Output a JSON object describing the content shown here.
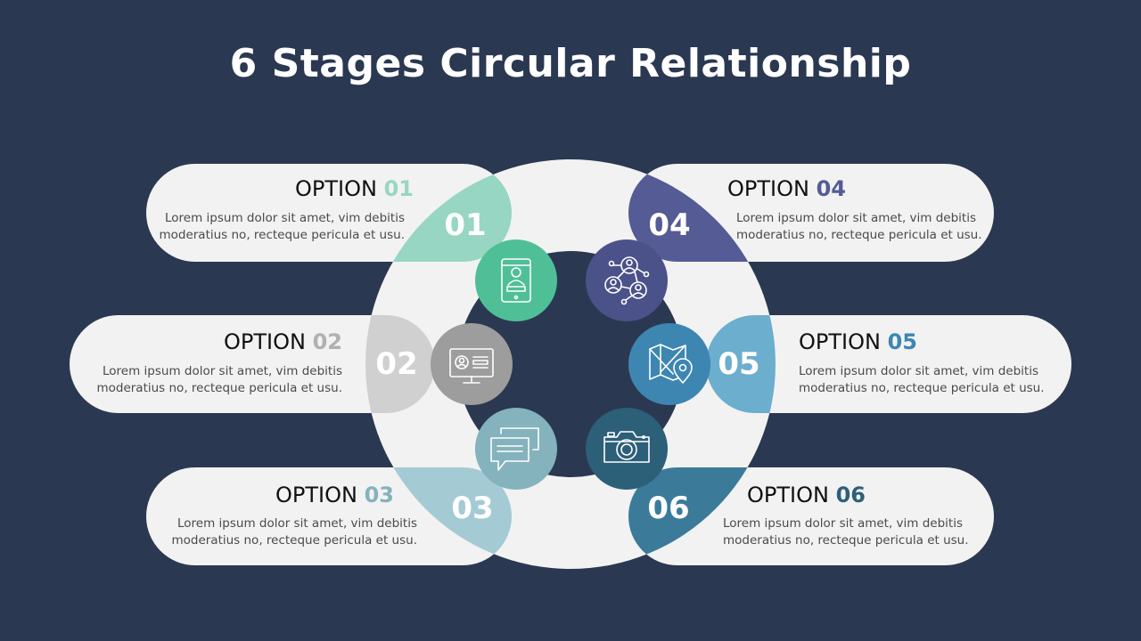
{
  "title": "6 Stages Circular Relationship",
  "options": [
    {
      "label": "OPTION",
      "number": "01",
      "badge": "01",
      "color": "#97d6c2",
      "icon_color": "#4fbf98",
      "icon": "tablet-profile-icon",
      "line1": "Lorem ipsum dolor sit amet, vim debitis",
      "line2": "moderatius no, recteque pericula et usu."
    },
    {
      "label": "OPTION",
      "number": "02",
      "badge": "02",
      "color": "#d0d0d0",
      "icon_color": "#9d9d9d",
      "icon": "monitor-profile-icon",
      "line1": "Lorem ipsum dolor sit amet, vim debitis",
      "line2": "moderatius no, recteque pericula et usu."
    },
    {
      "label": "OPTION",
      "number": "03",
      "badge": "03",
      "color": "#a4cbd4",
      "icon_color": "#84b2bd",
      "icon": "chat-bubbles-icon",
      "line1": "Lorem ipsum dolor sit amet, vim debitis",
      "line2": "moderatius no, recteque pericula et usu."
    },
    {
      "label": "OPTION",
      "number": "04",
      "badge": "04",
      "color": "#545b95",
      "icon_color": "#4b5189",
      "icon": "network-people-icon",
      "line1": "Lorem ipsum dolor sit amet, vim debitis",
      "line2": "moderatius no, recteque pericula et usu."
    },
    {
      "label": "OPTION",
      "number": "05",
      "badge": "05",
      "color": "#6caecd",
      "icon_color": "#3d86b1",
      "icon": "map-pin-icon",
      "line1": "Lorem ipsum dolor sit amet, vim debitis",
      "line2": "moderatius no, recteque pericula et usu."
    },
    {
      "label": "OPTION",
      "number": "06",
      "badge": "06",
      "color": "#3b7b99",
      "icon_color": "#2c5f78",
      "icon": "camera-icon",
      "line1": "Lorem ipsum dolor sit amet, vim debitis",
      "line2": "moderatius no, recteque pericula et usu."
    }
  ],
  "colors": {
    "background": "#2b3851",
    "panel": "#f2f2f2"
  }
}
